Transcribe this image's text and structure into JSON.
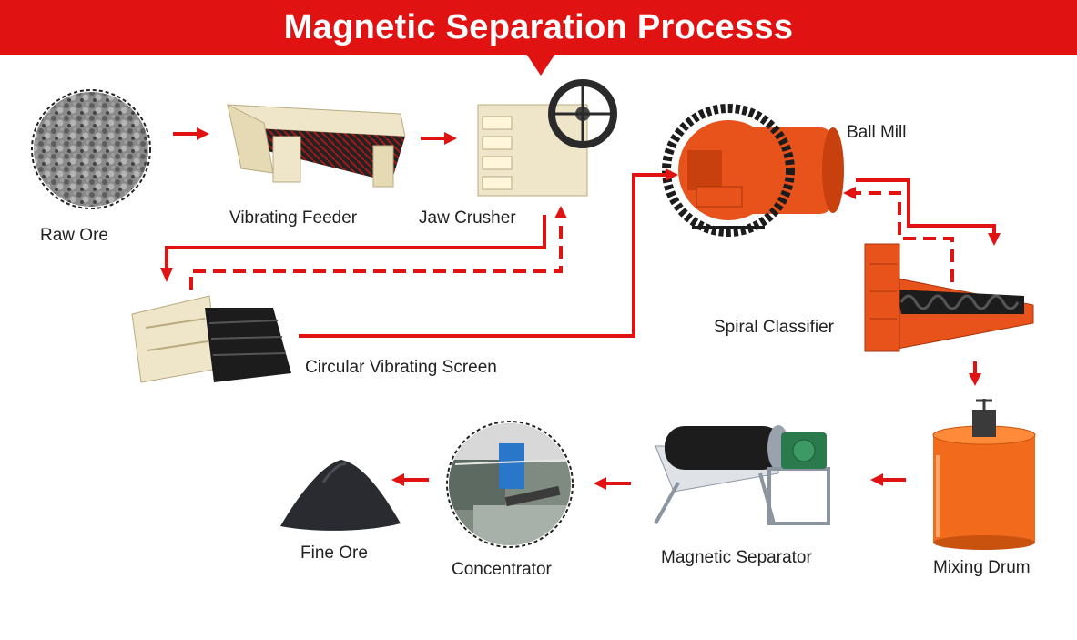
{
  "title": "Magnetic Separation Processs",
  "colors": {
    "header": "#e01212",
    "arrow": "#e01212",
    "machine_orange": "#e8531c",
    "machine_cream": "#efe6c9",
    "machine_black": "#1c1c1c"
  },
  "nodes": {
    "raw_ore": "Raw Ore",
    "vibrating_feeder": "Vibrating Feeder",
    "jaw_crusher": "Jaw Crusher",
    "ball_mill": "Ball Mill",
    "circular_vibrating_screen": "Circular Vibrating Screen",
    "spiral_classifier": "Spiral Classifier",
    "mixing_drum": "Mixing Drum",
    "magnetic_separator": "Magnetic Separator",
    "concentrator": "Concentrator",
    "fine_ore": "Fine Ore"
  }
}
